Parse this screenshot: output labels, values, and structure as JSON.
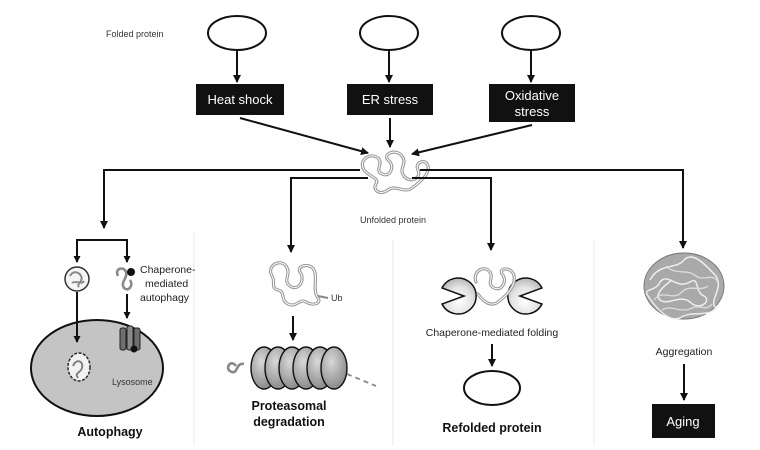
{
  "labels": {
    "folded_protein": "Folded protein",
    "unfolded_protein": "Unfolded protein",
    "chaperone_mediated_autophagy_1": "Chaperone-",
    "chaperone_mediated_autophagy_2": "mediated",
    "chaperone_mediated_autophagy_3": "autophagy",
    "lysosome": "Lysosome",
    "ub": "Ub",
    "chaperone_mediated_folding": "Chaperone-mediated folding",
    "aggregation": "Aggregation"
  },
  "stress_boxes": {
    "heat_shock": "Heat shock",
    "er_stress": "ER stress",
    "oxidative_1": "Oxidative",
    "oxidative_2": "stress"
  },
  "outcomes": {
    "autophagy": "Autophagy",
    "proteasomal_1": "Proteasomal",
    "proteasomal_2": "degradation",
    "refolded": "Refolded protein",
    "aging": "Aging"
  }
}
